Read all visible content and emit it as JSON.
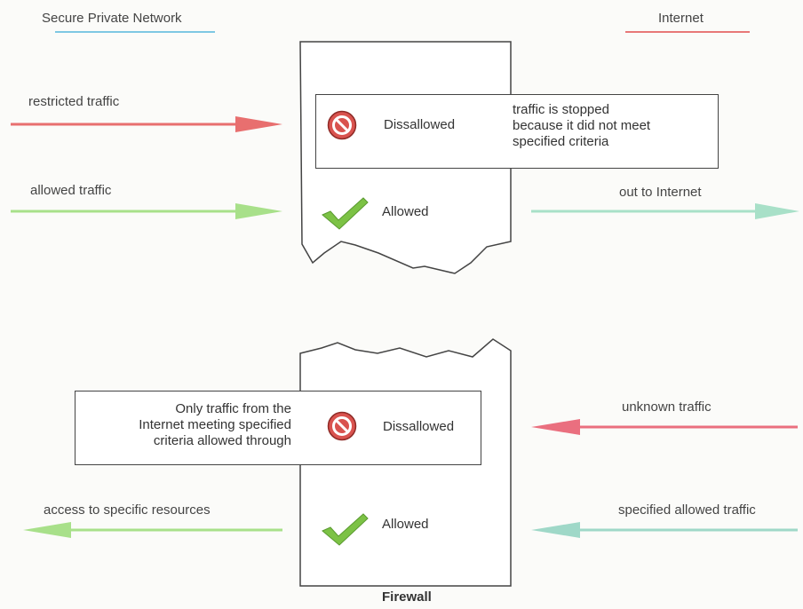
{
  "legend": {
    "private_label": "Secure Private Network",
    "internet_label": "Internet",
    "private_color": "#7ec8e3",
    "internet_color": "#e87878"
  },
  "colors": {
    "restricted": "#e86f6f",
    "allowed": "#a8e08a",
    "outbound": "#a8e0c8",
    "unknown": "#ea6f7f",
    "specified": "#9fd8c8",
    "stop": "#d9534f",
    "check": "#7cc245"
  },
  "outbound": {
    "restricted_label": "restricted traffic",
    "allowed_label": "allowed traffic",
    "out_label": "out to Internet",
    "callout": [
      "traffic is stopped",
      "because it did not meet",
      "specified criteria"
    ],
    "disallowed": "Dissallowed",
    "allowed": "Allowed"
  },
  "inbound": {
    "unknown_label": "unknown traffic",
    "specified_label": "specified allowed traffic",
    "access_label": "access to specific resources",
    "callout": [
      "Only traffic from the",
      "Internet meeting specified",
      "criteria allowed through"
    ],
    "disallowed": "Dissallowed",
    "allowed": "Allowed"
  },
  "firewall_label": "Firewall"
}
